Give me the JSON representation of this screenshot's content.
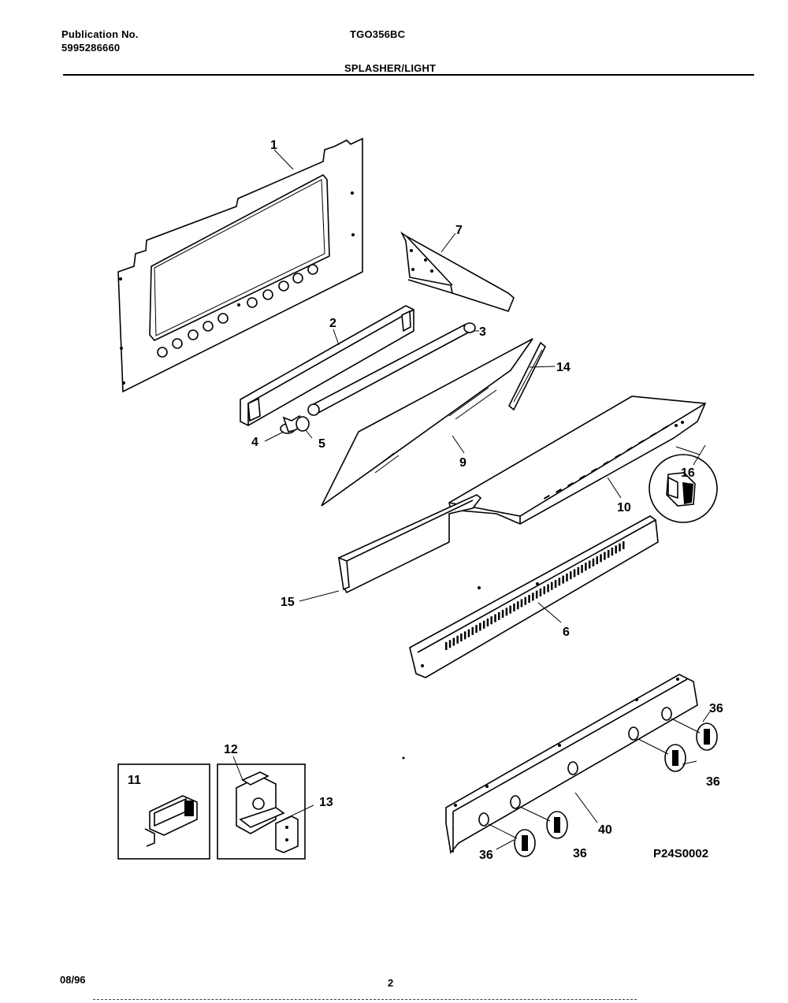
{
  "header": {
    "publication_label": "Publication No.",
    "publication_number": "5995286660",
    "model": "TGO356BC",
    "section": "SPLASHER/LIGHT"
  },
  "diagram": {
    "callouts": {
      "p1": "1",
      "p2": "2",
      "p3": "3",
      "p4": "4",
      "p5": "5",
      "p6": "6",
      "p7": "7",
      "p9": "9",
      "p10": "10",
      "p11": "11",
      "p12": "12",
      "p13": "13",
      "p14": "14",
      "p15": "15",
      "p16": "16",
      "p36": "36",
      "p40": "40"
    },
    "diagram_code": "P24S0002"
  },
  "footer": {
    "date": "08/96",
    "page": "2"
  }
}
